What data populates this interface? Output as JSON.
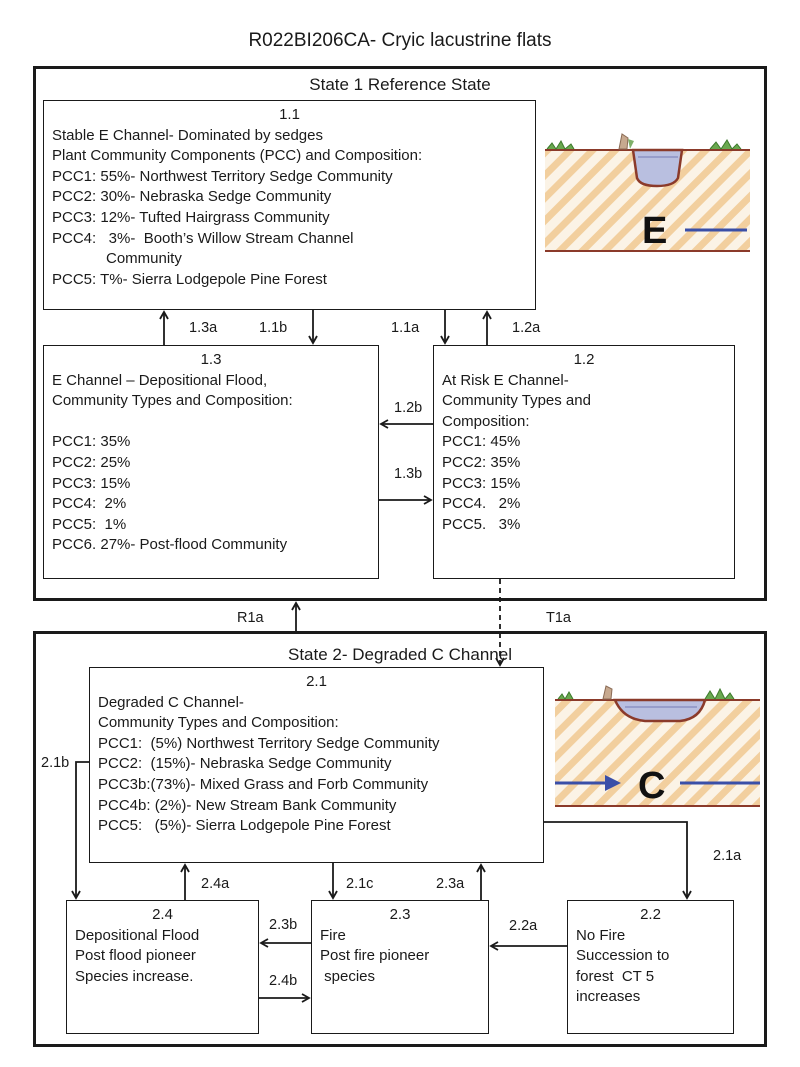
{
  "title": "R022BI206CA- Cryic lacustrine flats",
  "state1": {
    "title": "State 1 Reference State",
    "box_1_1": {
      "num": "1.1",
      "lines": [
        "Stable E Channel- Dominated by sedges",
        "Plant Community Components (PCC) and Composition:",
        "PCC1: 55%- Northwest Territory Sedge Community",
        "PCC2: 30%- Nebraska Sedge Community",
        "PCC3: 12%- Tufted Hairgrass Community",
        "PCC4:   3%-  Booth’s Willow Stream Channel",
        "Community",
        "PCC5: T%- Sierra Lodgepole Pine Forest"
      ]
    },
    "box_1_3": {
      "num": "1.3",
      "lines": [
        "E Channel – Depositional Flood,",
        "Community Types and Composition:",
        "",
        "PCC1: 35%",
        "PCC2: 25%",
        "PCC3: 15%",
        "PCC4:  2%",
        "PCC5:  1%",
        "PCC6. 27%- Post-flood Community"
      ]
    },
    "box_1_2": {
      "num": "1.2",
      "lines": [
        "At Risk E Channel-",
        "Community Types and",
        "Composition:",
        "PCC1: 45%",
        "PCC2: 35%",
        "PCC3: 15%",
        "PCC4.   2%",
        "PCC5.   3%"
      ]
    },
    "illustration_letter": "E"
  },
  "state2": {
    "title": "State 2- Degraded C Channel",
    "box_2_1": {
      "num": "2.1",
      "lines": [
        "Degraded C Channel-",
        "Community Types and Composition:",
        "PCC1:  (5%) Northwest Territory Sedge Community",
        "PCC2:  (15%)- Nebraska Sedge Community",
        "PCC3b:(73%)- Mixed Grass and Forb Community",
        "PCC4b: (2%)- New Stream Bank Community",
        "PCC5:   (5%)- Sierra Lodgepole Pine Forest"
      ]
    },
    "box_2_4": {
      "num": "2.4",
      "lines": [
        "Depositional Flood",
        "Post flood pioneer",
        "Species increase."
      ]
    },
    "box_2_3": {
      "num": "2.3",
      "lines": [
        "Fire",
        "Post fire pioneer",
        " species"
      ]
    },
    "box_2_2": {
      "num": "2.2",
      "lines": [
        "No Fire",
        "Succession to",
        "forest  CT 5",
        "increases"
      ]
    },
    "illustration_letter": "C"
  },
  "transitions": {
    "t_1_3a": "1.3a",
    "t_1_1b": "1.1b",
    "t_1_1a": "1.1a",
    "t_1_2a": "1.2a",
    "t_1_2b": "1.2b",
    "t_1_3b": "1.3b",
    "r1a": "R1a",
    "t1a": "T1a",
    "t_2_1b": "2.1b",
    "t_2_1a": "2.1a",
    "t_2_4a": "2.4a",
    "t_2_1c": "2.1c",
    "t_2_3a": "2.3a",
    "t_2_3b": "2.3b",
    "t_2_4b": "2.4b",
    "t_2_2a": "2.2a"
  },
  "colors": {
    "line": "#1a1a1a",
    "soil_hatch": "#f2cf9e",
    "soil_edge": "#8b3a2a",
    "water": "#b9bfe0",
    "water_arrow": "#3a4fa8"
  }
}
